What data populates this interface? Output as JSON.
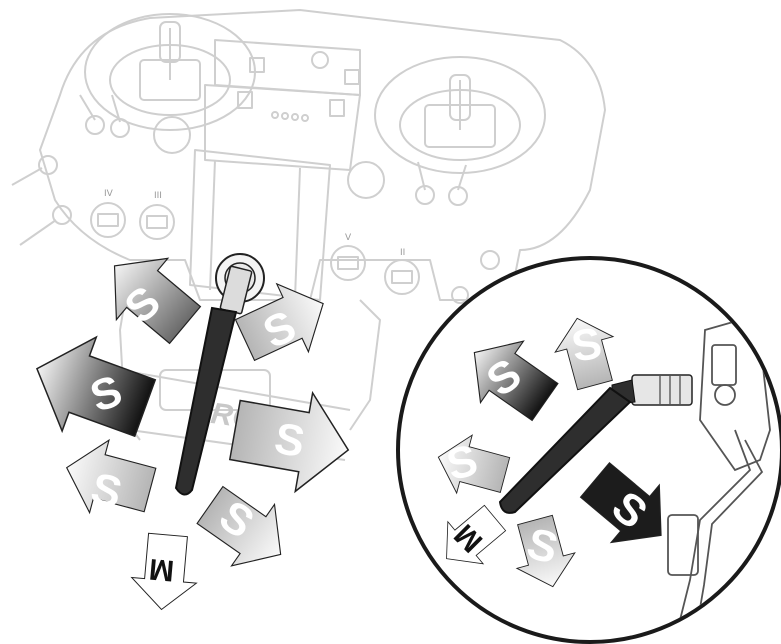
{
  "diagram": {
    "brand_text": "PRO",
    "port_labels": [
      "IV",
      "III",
      "V",
      "II"
    ],
    "arrow_good_letter": "S",
    "arrow_bad_letter": "M",
    "colors": {
      "outline": "#cfcfcf",
      "antenna": "#2e2e2e",
      "zoom_circle": "#1a1a1a",
      "arrow_dark": "#111111",
      "arrow_light": "#f2f2f2",
      "arrow_bad_fill": "#ffffff"
    }
  }
}
